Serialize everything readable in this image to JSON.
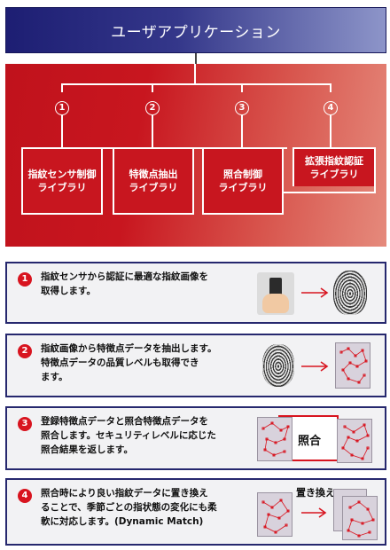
{
  "header": {
    "title": "ユーザアプリケーション"
  },
  "architecture": {
    "numbers": [
      "1",
      "2",
      "3",
      "4"
    ],
    "libraries": [
      {
        "line1": "指紋センサ制御",
        "line2": "ライブラリ"
      },
      {
        "line1": "特徴点抽出",
        "line2": "ライブラリ"
      },
      {
        "line1": "照合制御",
        "line2": "ライブラリ"
      },
      {
        "line1": "拡張指紋認証",
        "line2": "ライブラリ"
      }
    ]
  },
  "steps": [
    {
      "number": "1",
      "lines": [
        "指紋センサから認証に最適な指紋画像を",
        "取得します。"
      ]
    },
    {
      "number": "2",
      "lines": [
        "指紋画像から特徴点データを抽出します。",
        "特徴点データの品質レベルも取得でき",
        "ます。"
      ]
    },
    {
      "number": "3",
      "lines": [
        "登録特徴点データと照合特徴点データを",
        "照合します。セキュリティレベルに応じた",
        "照合結果を返します。"
      ],
      "compare_label": "照合"
    },
    {
      "number": "4",
      "lines": [
        "照合時により良い指紋データに置き換え",
        "ることで、季節ごとの指状態の変化にも柔",
        "軟に対応します。(Dynamic Match)"
      ],
      "replace_label": "置き換え"
    }
  ],
  "colors": {
    "navy": "#1d1e73",
    "red": "#c8161f",
    "badge_red": "#d8141f"
  }
}
